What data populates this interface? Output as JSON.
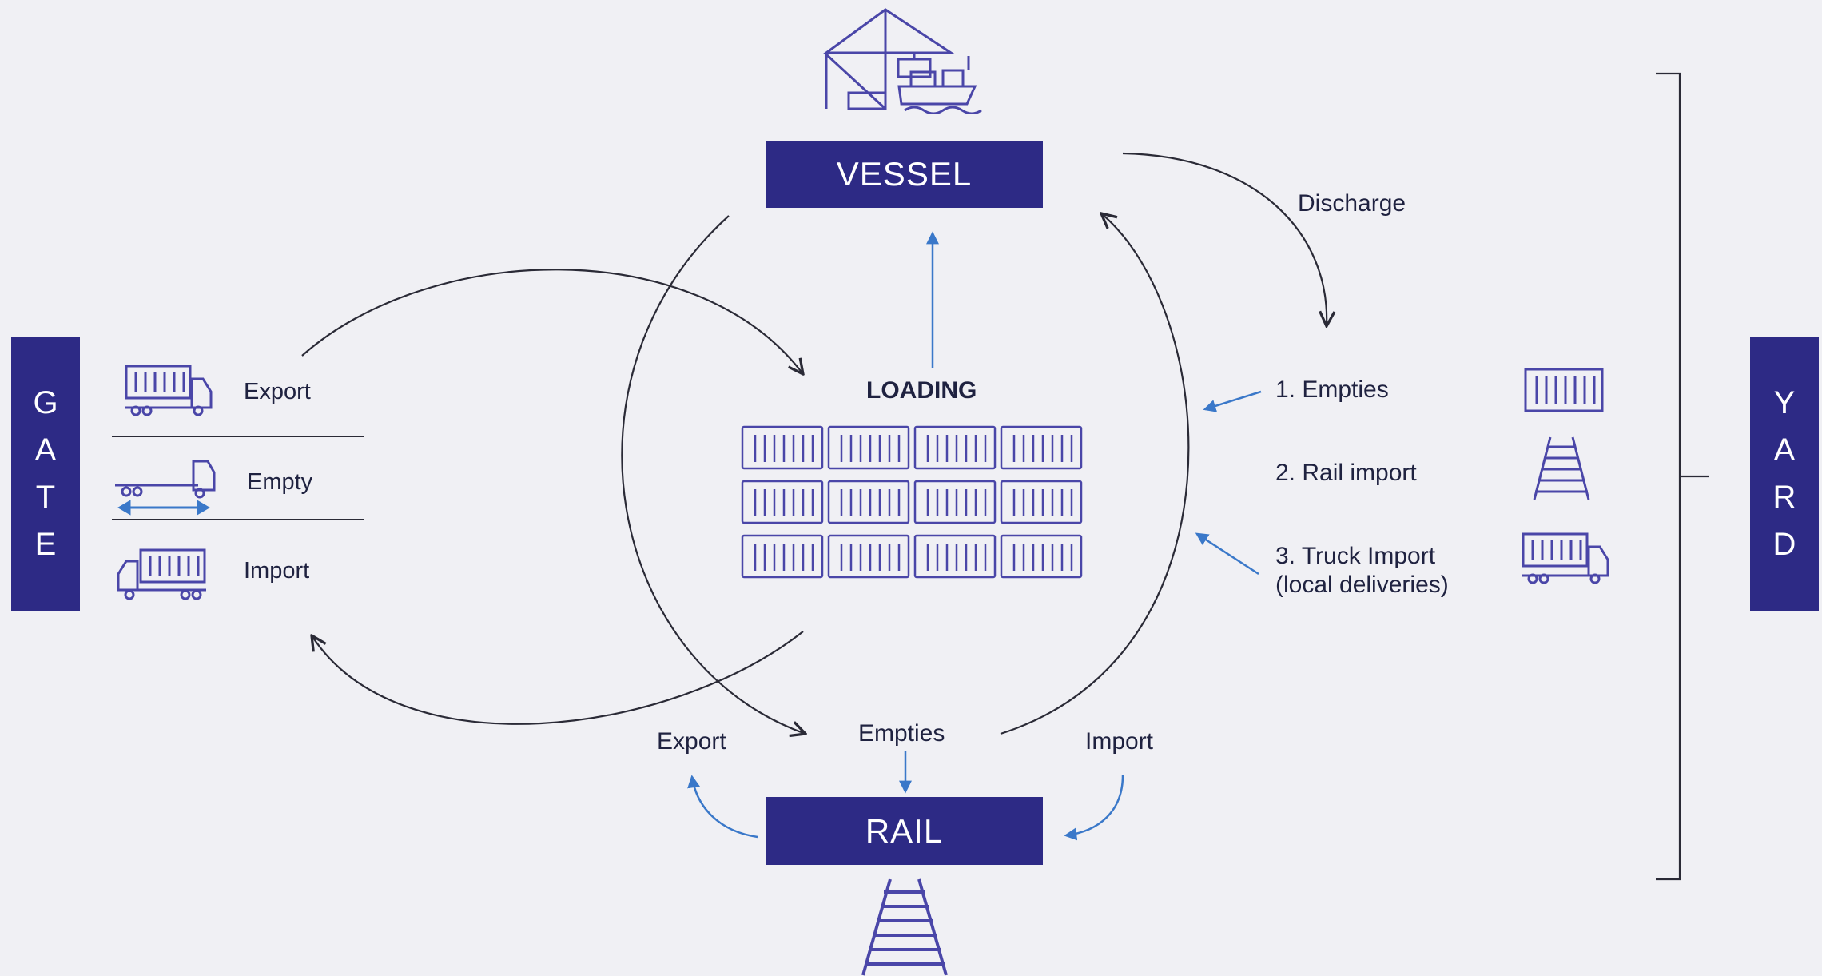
{
  "vessel": {
    "label": "VESSEL"
  },
  "rail": {
    "label": "RAIL"
  },
  "gate": {
    "letters": [
      "G",
      "A",
      "T",
      "E"
    ]
  },
  "yard": {
    "letters": [
      "Y",
      "A",
      "R",
      "D"
    ]
  },
  "loading": {
    "label": "LOADING"
  },
  "discharge": {
    "label": "Discharge"
  },
  "gate_items": [
    {
      "label": "Export",
      "icon": "truck-container-icon"
    },
    {
      "label": "Empty",
      "icon": "empty-truck-icon"
    },
    {
      "label": "Import",
      "icon": "import-truck-icon"
    }
  ],
  "yard_items": [
    {
      "label": "1. Empties",
      "icon": "container-icon"
    },
    {
      "label": "2. Rail import",
      "icon": "rail-track-icon"
    },
    {
      "label_line1": "3. Truck Import",
      "label_line2": "(local deliveries)",
      "icon": "truck-container-icon"
    }
  ],
  "rail_flows": {
    "export": "Export",
    "empties": "Empties",
    "import": "Import"
  },
  "colors": {
    "primary": "#2d2a85",
    "accent": "#3a78c9",
    "line": "#2a2a36",
    "icon": "#4a46a8"
  }
}
